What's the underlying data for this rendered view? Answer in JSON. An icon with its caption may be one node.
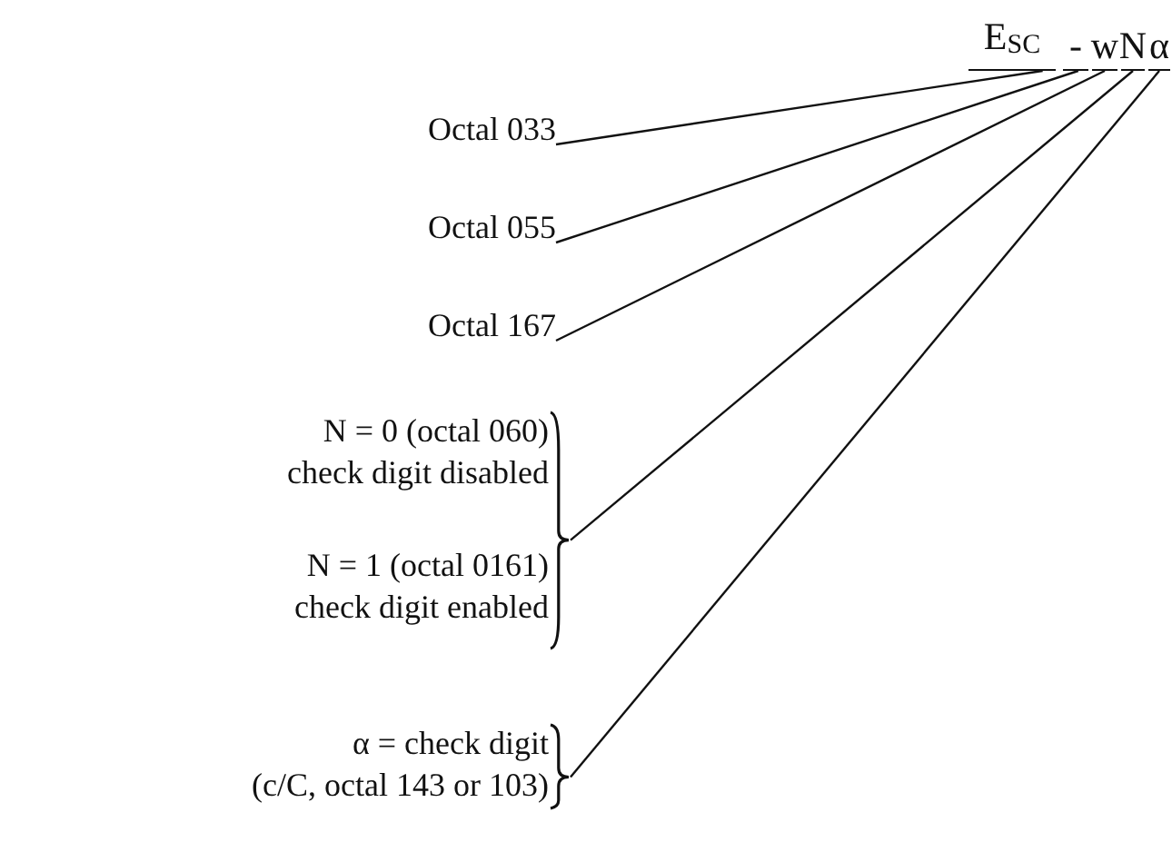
{
  "diagram": {
    "nodes": [
      {
        "text": [
          "E$_{SC}$"
        ]
      },
      {
        "text": [
          "-"
        ]
      },
      {
        "text": [
          "w"
        ]
      },
      {
        "text": [
          "N"
        ]
      },
      {
        "text": [
          "α"
        ]
      },
      {
        "text": [
          "Octal 033"
        ]
      },
      {
        "text": [
          "Octal 055"
        ]
      },
      {
        "text": [
          "Octal 167"
        ]
      },
      {
        "text": [
          "N = 0 (octal 060)",
          "check digit disabled",
          "N = 1 (octal 0161)",
          "check digit enabled"
        ]
      },
      {
        "text": [
          "α = check digit",
          "(c/C, octal 143 or 103)"
        ]
      }
    ],
    "edges": [
      {
        "from": 5,
        "to": 0,
        "arrow": "none"
      },
      {
        "from": 6,
        "to": 1,
        "arrow": "none"
      },
      {
        "from": 7,
        "to": 2,
        "arrow": "none"
      },
      {
        "from": 8,
        "to": 3,
        "arrow": "none"
      },
      {
        "from": 9,
        "to": 4,
        "arrow": "none"
      }
    ]
  }
}
